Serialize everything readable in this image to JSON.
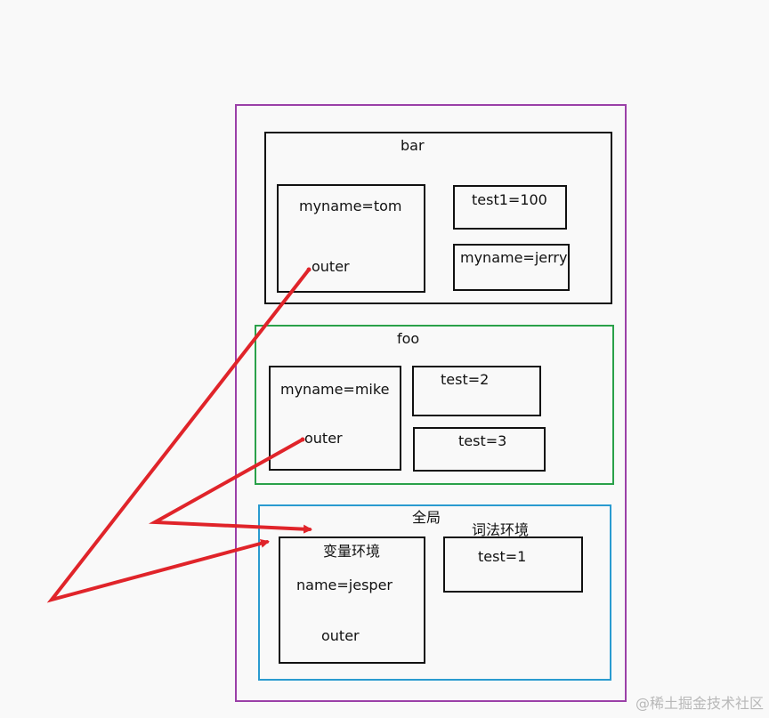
{
  "bar": {
    "title": "bar",
    "var_env": {
      "line1": "myname=tom",
      "line2": "outer"
    },
    "lex_env_1": "test1=100",
    "lex_env_2": "myname=jerry"
  },
  "foo": {
    "title": "foo",
    "var_env": {
      "line1": "myname=mike",
      "line2": "outer"
    },
    "lex_env_1": "test=2",
    "lex_env_2": "test=3"
  },
  "global": {
    "title": "全局",
    "var_env_title": "变量环境",
    "lex_env_title": "词法环境",
    "var_env": {
      "line1": "name=jesper",
      "line2": "outer"
    },
    "lex_env_1": "test=1"
  },
  "watermark": "@稀土掘金技术社区",
  "colors": {
    "outer_frame": "#9b40a8",
    "bar_frame": "#111111",
    "foo_frame": "#2aa14a",
    "global_frame": "#2a9bd0",
    "arrow": "#e0242a"
  }
}
